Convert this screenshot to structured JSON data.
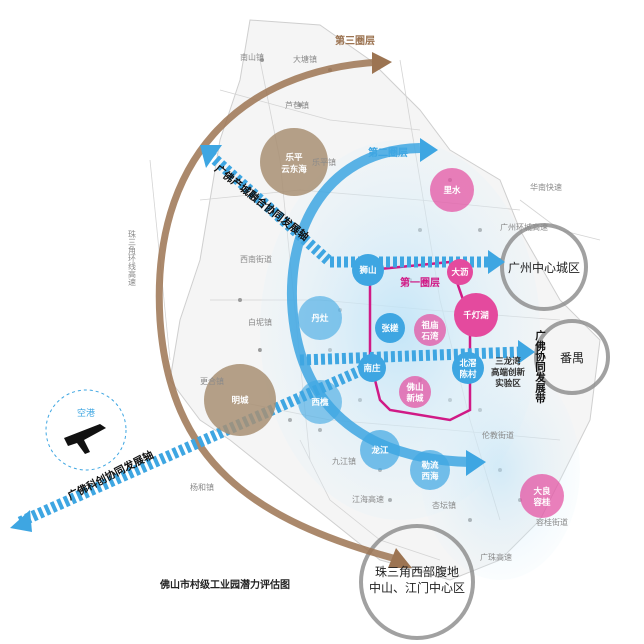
{
  "map": {
    "title": "佛山市村级工业园潜力评估图",
    "layers": {
      "first": "第一圈层",
      "second": "第二圈层",
      "third": "第三圈层"
    },
    "axes": {
      "guangfo_lu": "广佛产城融合协同发展轴",
      "guangfo_tech": "广佛科创协同发展轴",
      "guangfo_belt": "广佛协同发展带"
    },
    "zones": {
      "gz_center": "广州中心城区",
      "panyu": "番禺",
      "pearl_west_1": "珠三角西部腹地",
      "pearl_west_2": "中山、江门中心区",
      "airport": "空港"
    },
    "nodes": {
      "leping": [
        "乐平",
        "云东海"
      ],
      "lishui": "里水",
      "shishan": "狮山",
      "dali": "大沥",
      "qiandenghu": "千灯湖",
      "danzao": "丹灶",
      "zhangcha": "张槎",
      "zumiao": [
        "祖庙",
        "石湾"
      ],
      "nanzhuang": "南庄",
      "sanlongwan": [
        "三龙湾",
        "高端创新",
        "实验区"
      ],
      "beijiao": [
        "北滘",
        "陈村"
      ],
      "foshan_xincheng": [
        "佛山",
        "新城"
      ],
      "mingcheng": "明城",
      "xiqiao": "西樵",
      "longjiang": "龙江",
      "xincheng_xihai": [
        "勒流",
        "西海"
      ],
      "daliang": [
        "大良",
        "容桂"
      ]
    },
    "places": [
      "南山镇",
      "大塘镇",
      "芦苞镇",
      "乐平镇",
      "西南街道",
      "白坭镇",
      "更合镇",
      "杨和镇",
      "九江镇",
      "江海高速",
      "珠三角环线高速",
      "华南快速",
      "伦教街道",
      "杏坛镇",
      "容桂街道",
      "广州环城高速",
      "广珠高速"
    ],
    "colors": {
      "blue": "#3ea6e2",
      "light_blue": "#a9d8f3",
      "pink": "#e44a9e",
      "brown": "#9c7452",
      "khaki": "#a88f73",
      "gray_ring": "#8a8a8a"
    }
  }
}
